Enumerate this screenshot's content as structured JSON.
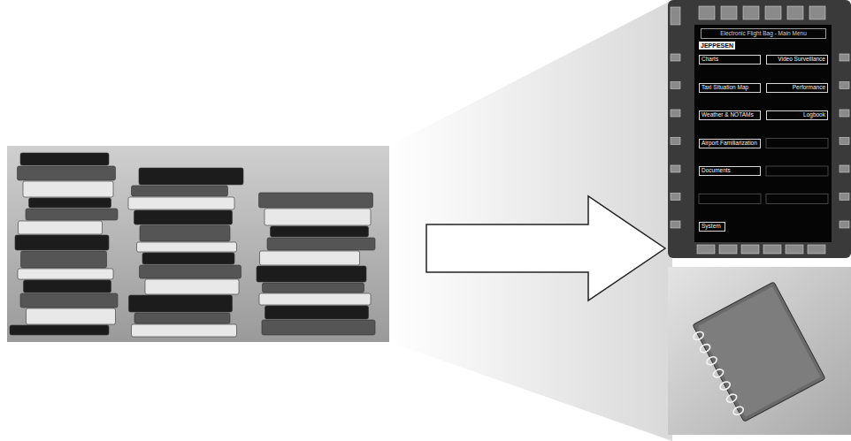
{
  "diagram": {
    "nodes": [
      {
        "text": [
          "Electronic Flight Bag - Main Menu"
        ]
      },
      {
        "text": [
          "Charts"
        ]
      },
      {
        "text": [
          "Video Surveillance"
        ]
      },
      {
        "text": [
          "Taxi Situation Map"
        ]
      },
      {
        "text": [
          "Performance"
        ]
      },
      {
        "text": [
          "Weather & NOTAMs"
        ]
      },
      {
        "text": [
          "Logbook"
        ]
      },
      {
        "text": [
          "Airport Familiarization"
        ]
      },
      {
        "text": [
          "Documents"
        ]
      },
      {
        "text": [
          "System"
        ]
      }
    ],
    "labels": [
      "JEPPESEN"
    ]
  }
}
